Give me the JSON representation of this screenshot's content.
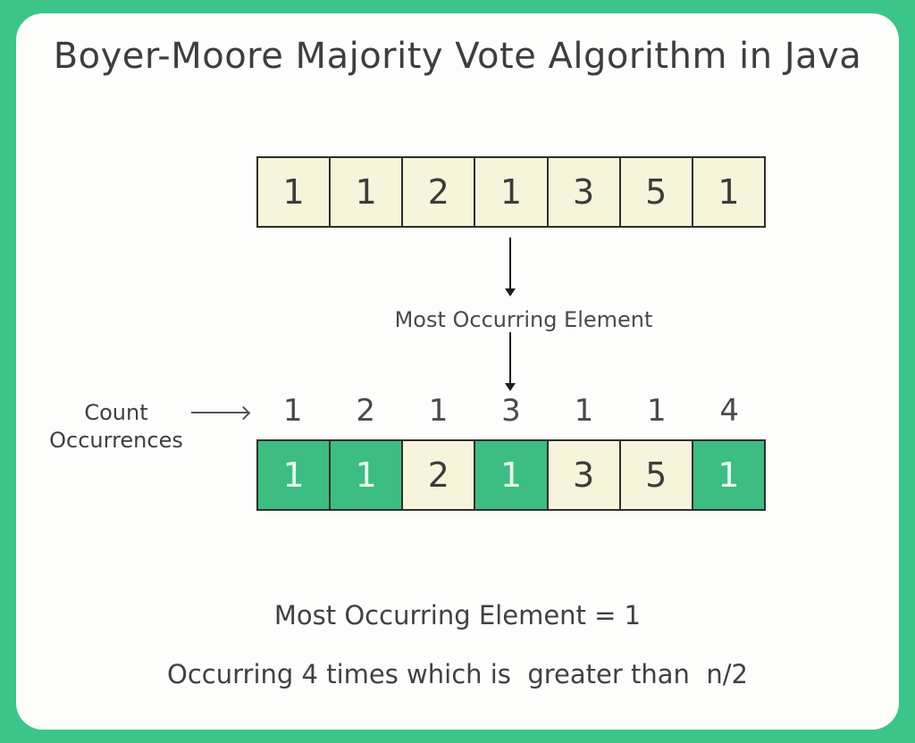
{
  "title": "Boyer-Moore Majority Vote Algorithm in Java",
  "diagram": {
    "input_array": [
      "1",
      "1",
      "2",
      "1",
      "3",
      "5",
      "1"
    ],
    "arrow_label": "Most Occurring Element",
    "count_label_line1": "Count",
    "count_label_line2": "Occurrences",
    "counts": [
      "1",
      "2",
      "1",
      "3",
      "1",
      "1",
      "4"
    ],
    "result_cells": [
      {
        "value": "1",
        "highlighted": "true"
      },
      {
        "value": "1",
        "highlighted": "true"
      },
      {
        "value": "2",
        "highlighted": "false"
      },
      {
        "value": "1",
        "highlighted": "true"
      },
      {
        "value": "3",
        "highlighted": "false"
      },
      {
        "value": "5",
        "highlighted": "false"
      },
      {
        "value": "1",
        "highlighted": "true"
      }
    ]
  },
  "conclusion": {
    "line1": "Most Occurring Element = 1",
    "line2": "Occurring 4 times which is  greater than  n/2"
  },
  "colors": {
    "background_green": "#3bc588",
    "card_white": "#fdfdfc",
    "cell_cream": "#f6f4da",
    "cell_green": "#3dbd81",
    "text_dark": "#3e3e3e"
  }
}
